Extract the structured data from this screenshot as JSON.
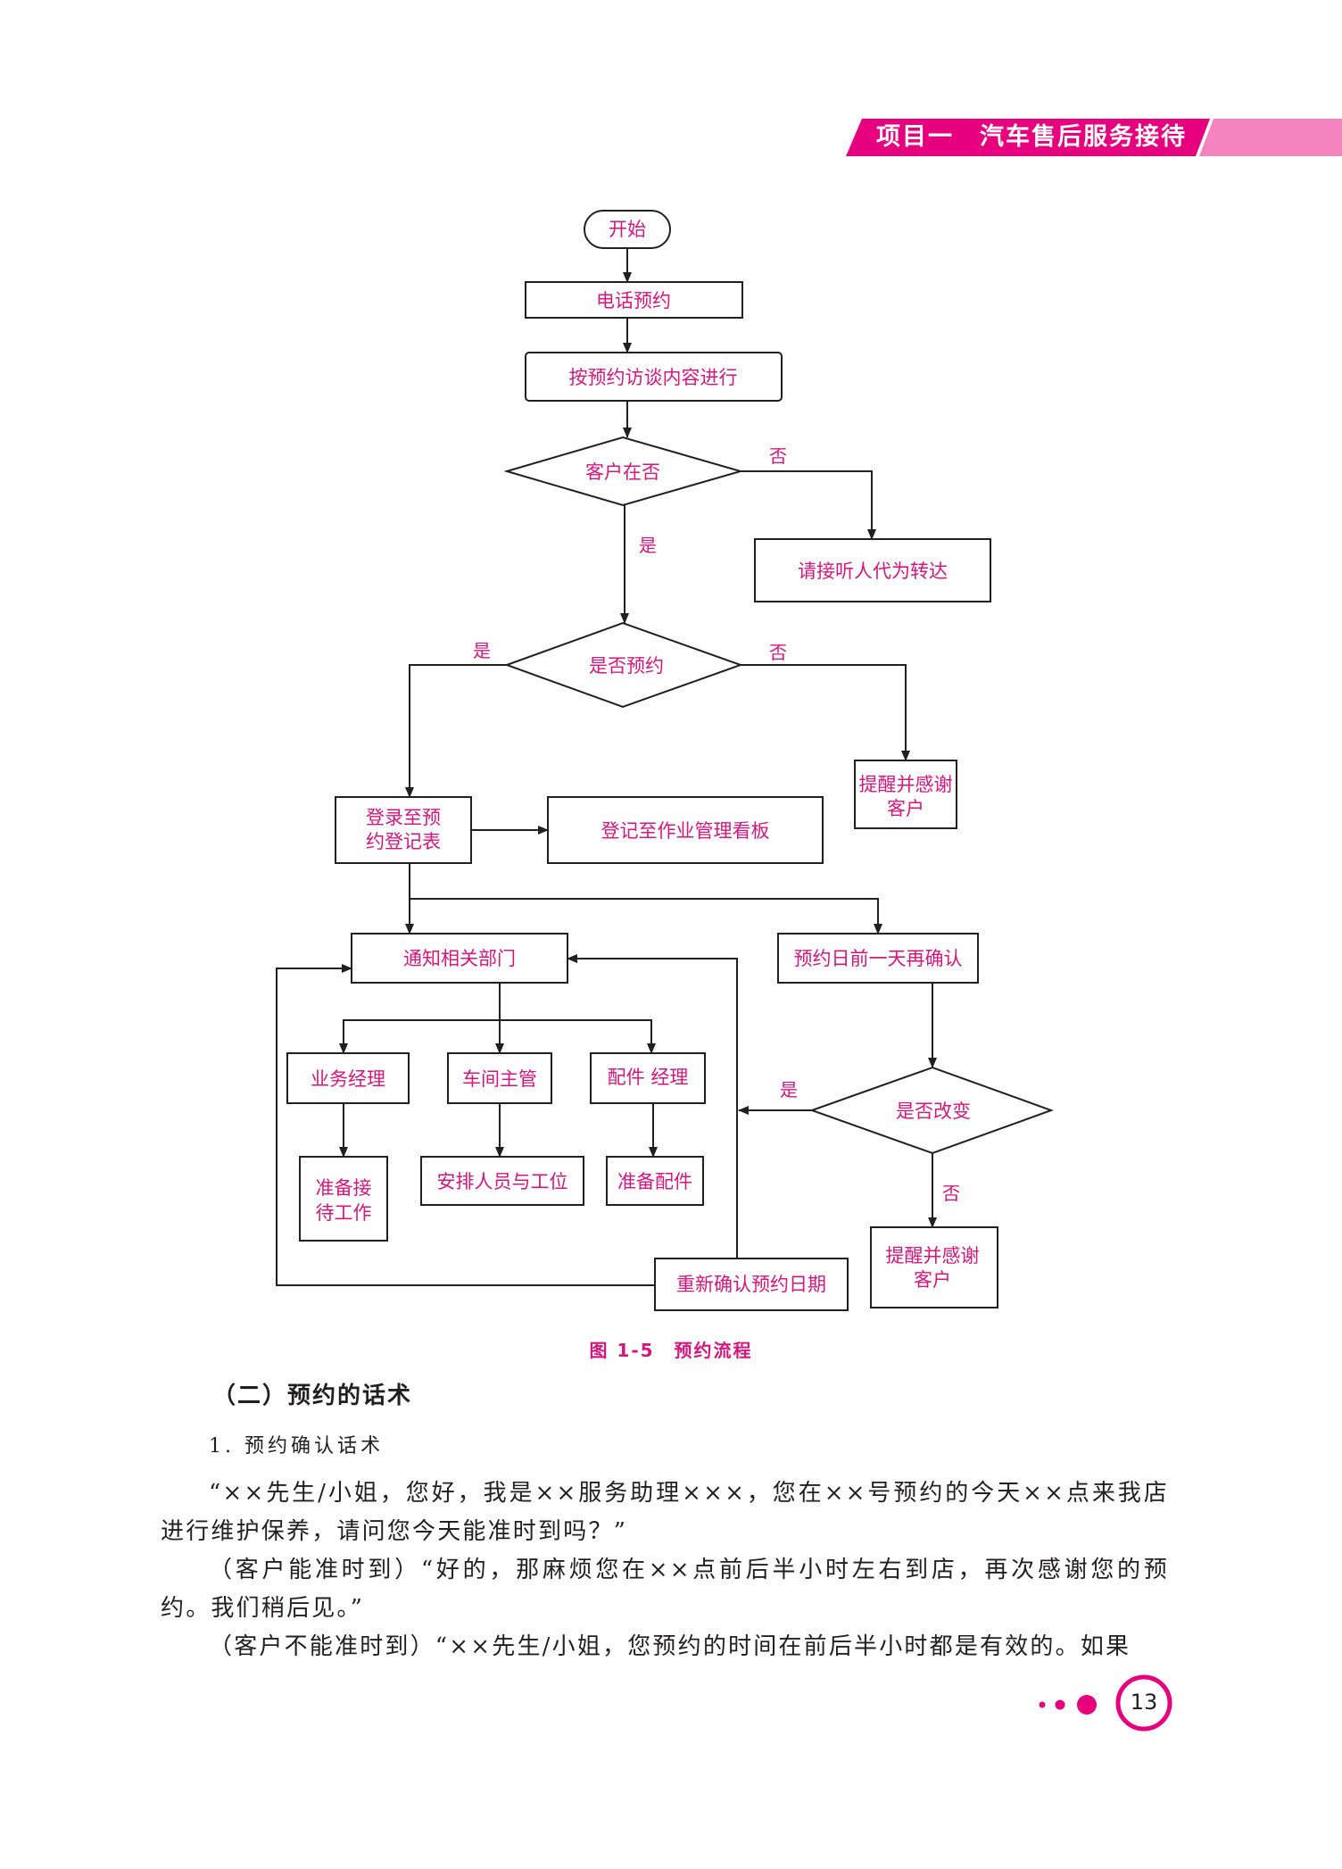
{
  "header": {
    "title": "项目一　汽车售后服务接待",
    "accent_color": "#e6007e",
    "light_color": "#f384c0"
  },
  "flowchart": {
    "start": "开始",
    "phone_booking": "电话预约",
    "interview": "按预约访谈内容进行",
    "customer_present": "客户在否",
    "relay": "请接听人代为转达",
    "booked": "是否预约",
    "remind_thank_1": [
      "提醒并感谢",
      "客户"
    ],
    "register_form": [
      "登录至预",
      "约登记表"
    ],
    "register_board": "登记至作业管理看板",
    "notify": "通知相关部门",
    "reconfirm_day_before": "预约日前一天再确认",
    "business_manager": "业务经理",
    "workshop_supervisor": "车间主管",
    "parts_manager": "配件 经理",
    "prepare_reception": [
      "准备接",
      "待工作"
    ],
    "arrange_staff": "安排人员与工位",
    "prepare_parts": "准备配件",
    "changed": "是否改变",
    "remind_thank_2": [
      "提醒并感谢",
      "客户"
    ],
    "reconfirm_date": "重新确认预约日期",
    "yes": "是",
    "no": "否",
    "text_color": "#d4177e"
  },
  "figure_caption": "图 1-5　预约流程",
  "section_heading": "（二）预约的话术",
  "sub_heading": "1. 预约确认话术",
  "paragraphs": [
    "“××先生/小姐，您好，我是××服务助理×××，您在××号预约的今天××点来我店进行维护保养，请问您今天能准时到吗？”",
    "（客户能准时到）“好的，那麻烦您在××点前后半小时左右到店，再次感谢您的预约。我们稍后见。”",
    "（客户不能准时到）“××先生/小姐，您预约的时间在前后半小时都是有效的。如果"
  ],
  "page_number": "13"
}
